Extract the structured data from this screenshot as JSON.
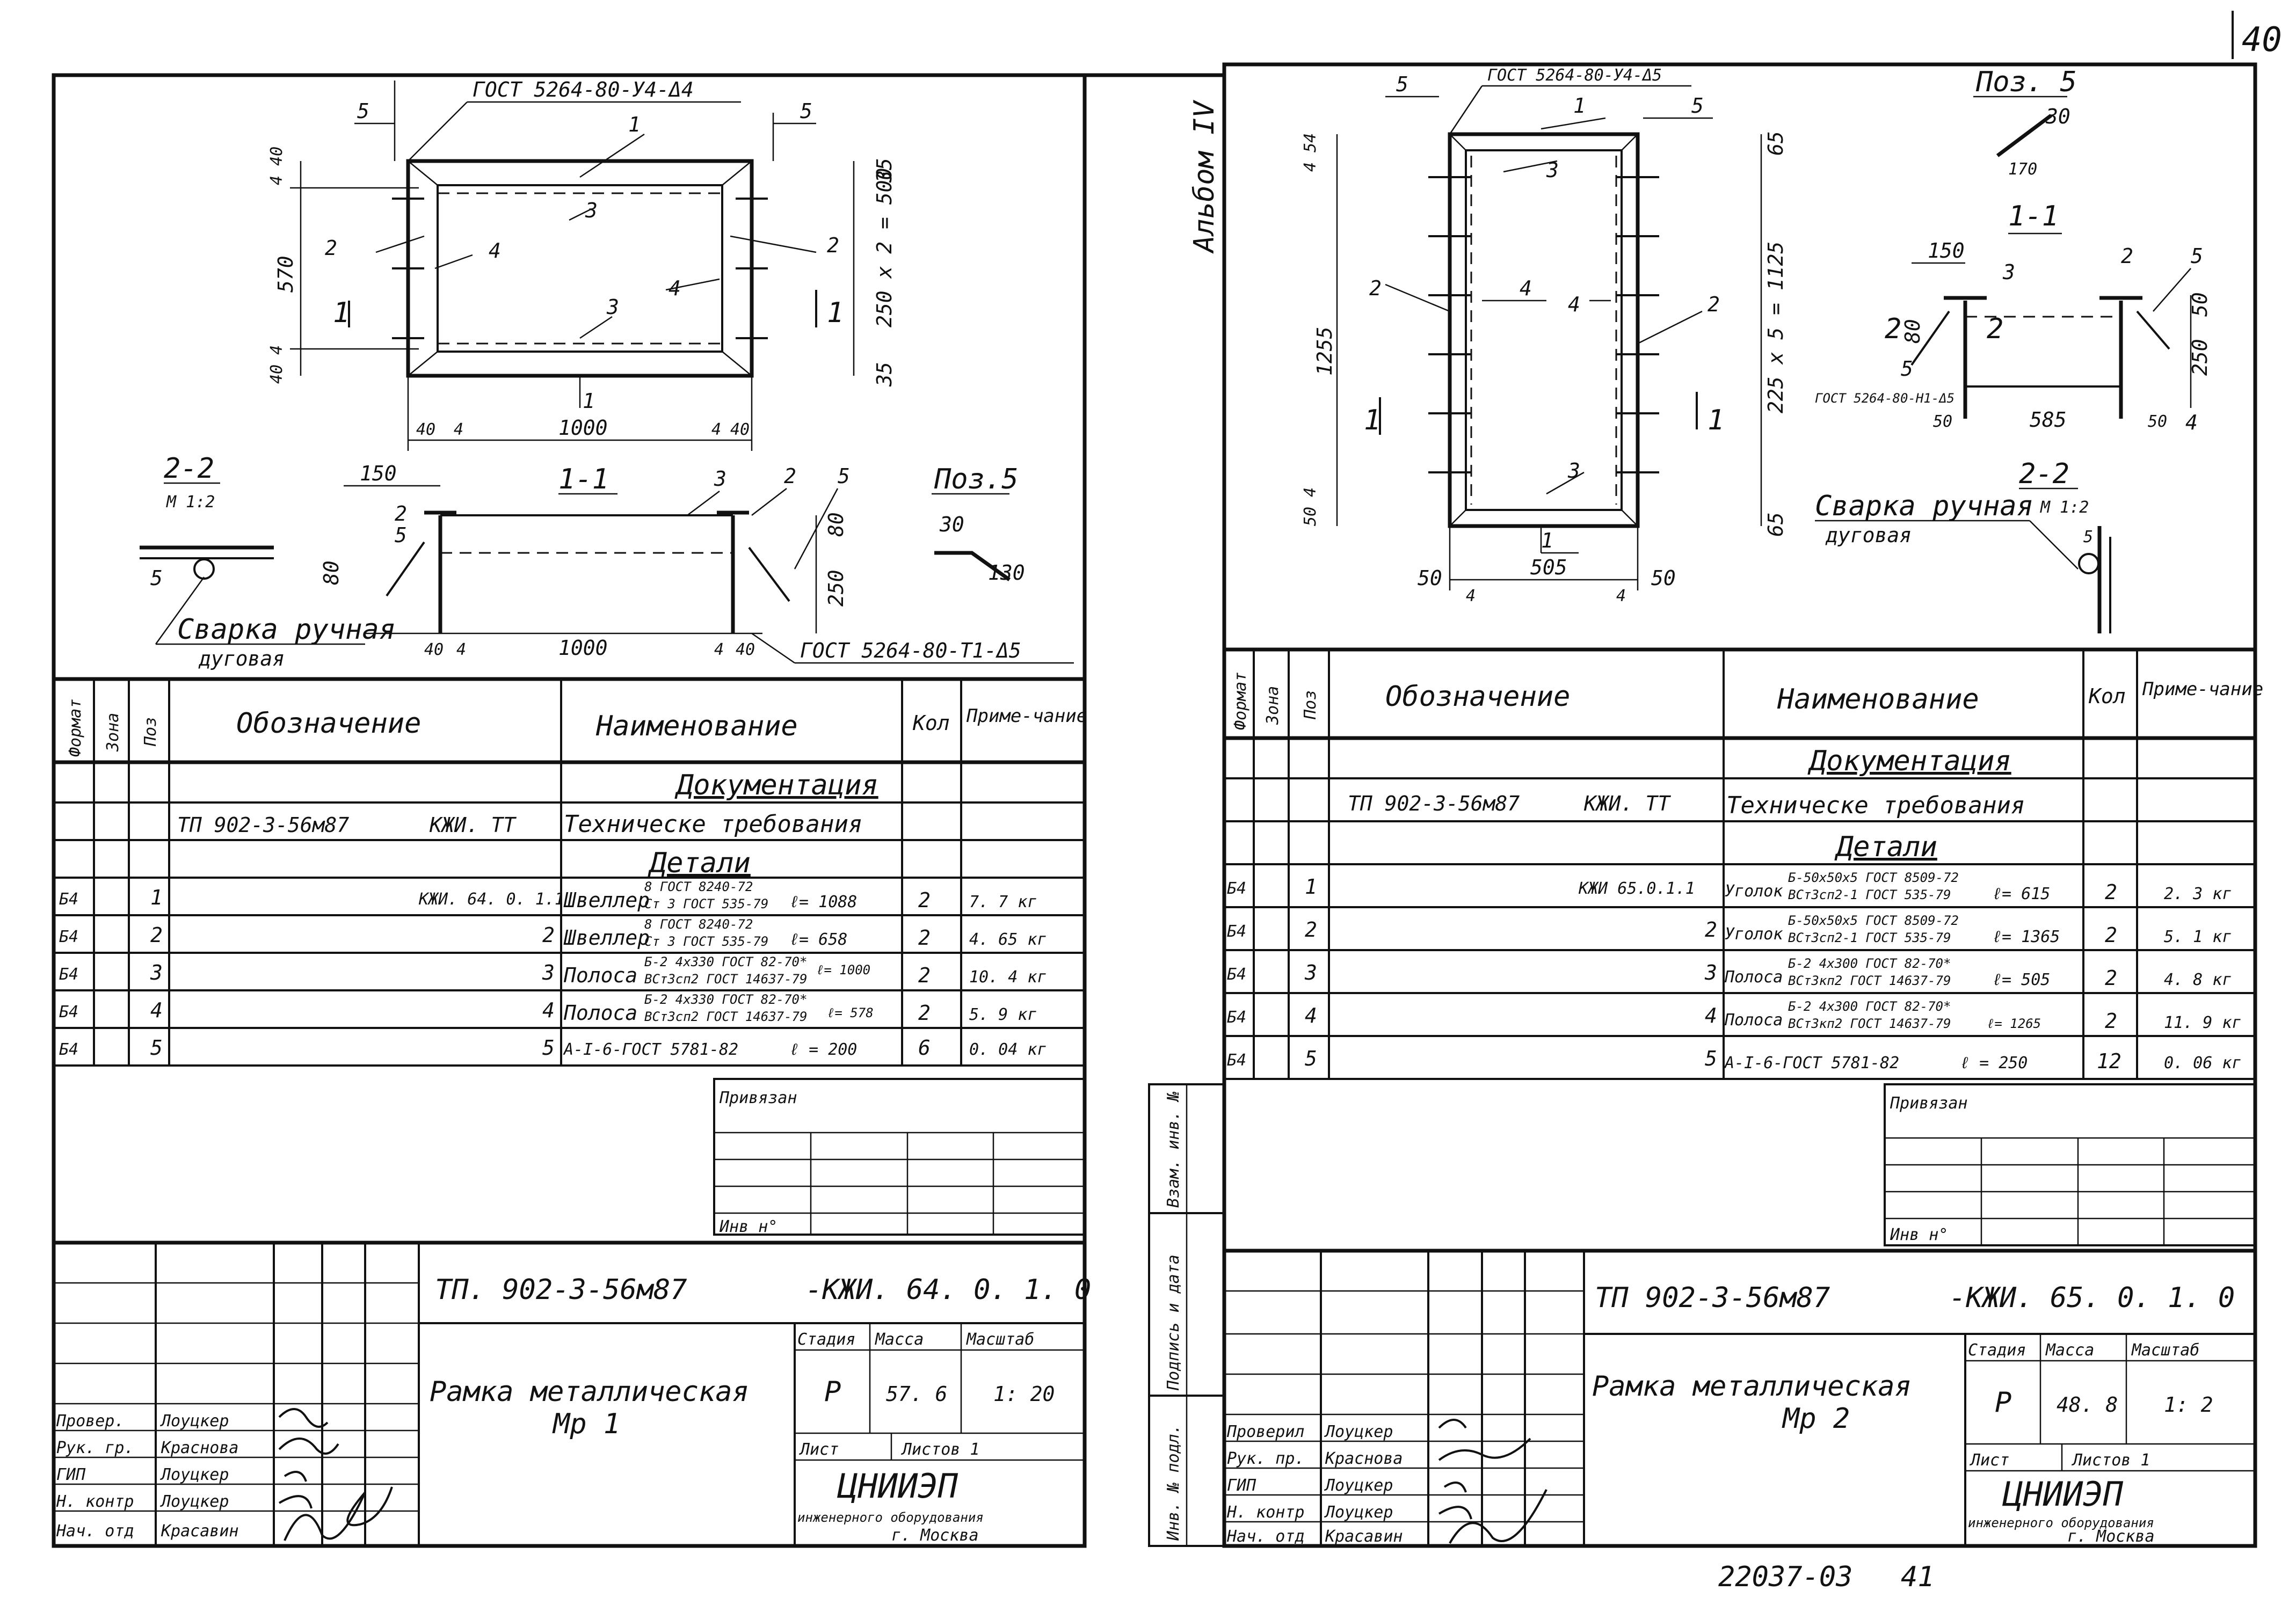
{
  "page_number": "40",
  "bottom_code": "22037-03",
  "bottom_page": "41",
  "album_label": "Альбом IV",
  "side_labels": {
    "vzam": "Взам. инв. №",
    "podpis": "Подпись и дата",
    "inv_podl": "Инв. № подл."
  },
  "col_headers": {
    "format": "Формат",
    "zona": "Зона",
    "poz": "Поз",
    "oboznach": "Обозначение",
    "naimen": "Наименование",
    "kol": "Кол",
    "prim": "Приме-чание"
  },
  "sig_roles": [
    "Провер.",
    "Рук. гр.",
    "ГИП",
    "Н. контр",
    "Нач. отд"
  ],
  "sig_roles2": [
    "Проверил",
    "Рук. пр.",
    "ГИП",
    "Н. контр",
    "Нач. отд"
  ],
  "sig_names": [
    "Лоуцкер",
    "Краснова",
    "Лоуцкер",
    "Лоуцкер",
    "Красавин"
  ],
  "block_labels": {
    "privyazan": "Привязан",
    "inv": "Инв н°",
    "stadiya": "Стадия",
    "massa": "Масса",
    "masshtab": "Масштаб",
    "list": "Лист",
    "listov": "Листов 1"
  },
  "org": {
    "name": "ЦНИИЭП",
    "sub": "инженерного оборудования",
    "city": "г. Москва"
  },
  "left": {
    "gost_top": "ГОСТ 5264-80-У4-Δ4",
    "gost_bottom": "ГОСТ 5264-80-Т1-Δ5",
    "section_11": "1-1",
    "section_22": "2-2",
    "scale_22": "М 1:2",
    "poz5": "Поз.5",
    "weld": "Сварка ручная",
    "weld2": "дуговая",
    "dims": {
      "w1000": "1000",
      "d40": "40",
      "d4": "4",
      "h570": "570",
      "d40b": "40",
      "d404": "40 4",
      "d35": "35",
      "d250x2": "250 x 2 = 500",
      "d150": "150",
      "d80": "80",
      "d250": "250",
      "p30": "30",
      "p130": "130"
    },
    "doc_section": "Документация",
    "doc_code": "ТП 902-3-56м87",
    "doc_kzh": "КЖИ. ТТ",
    "doc_name": "Техническе требования",
    "details": "Детали",
    "rows": [
      {
        "fmt": "Б4",
        "poz": "1",
        "ob": "КЖИ. 64. 0. 1.1",
        "name": "Швеллер",
        "top": "8 ГОСТ 8240-72",
        "bot": "Ст 3 ГОСТ 535-79",
        "len": "ℓ= 1088",
        "kol": "2",
        "prim": "7. 7 кг"
      },
      {
        "fmt": "Б4",
        "poz": "2",
        "ob": "2",
        "name": "Швеллер",
        "top": "8 ГОСТ 8240-72",
        "bot": "Ст 3 ГОСТ 535-79",
        "len": "ℓ= 658",
        "kol": "2",
        "prim": "4. 65 кг"
      },
      {
        "fmt": "Б4",
        "poz": "3",
        "ob": "3",
        "name": "Полоса",
        "top": "Б-2 4х330 ГОСТ 82-70*",
        "bot": "ВСт3сп2 ГОСТ 14637-79",
        "len": "ℓ= 1000",
        "kol": "2",
        "prim": "10. 4 кг"
      },
      {
        "fmt": "Б4",
        "poz": "4",
        "ob": "4",
        "name": "Полоса",
        "top": "Б-2 4х330 ГОСТ 82-70*",
        "bot": "ВСт3сп2 ГОСТ 14637-79",
        "len": "ℓ= 578",
        "kol": "2",
        "prim": "5. 9 кг"
      },
      {
        "fmt": "Б4",
        "poz": "5",
        "ob": "5",
        "name": "А-I-6-ГОСТ 5781-82",
        "top": "",
        "bot": "",
        "len": "ℓ = 200",
        "kol": "6",
        "prim": "0. 04 кг"
      }
    ],
    "code": "ТП. 902-3-56м87",
    "kzh": "-КЖИ. 64. 0. 1. 0",
    "title": "Рамка металлическая",
    "mark": "Мр 1",
    "stadiya": "Р",
    "massa": "57. 6",
    "masshtab": "1: 20"
  },
  "right": {
    "gost_top": "ГОСТ 5264-80-У4-Δ5",
    "gost_mid": "ГОСТ 5264-80-Н1-Δ5",
    "section_11": "1-1",
    "section_22": "2-2",
    "scale_22": "М 1:2",
    "poz5": "Поз. 5",
    "weld": "Сварка ручная",
    "weld2": "дуговая",
    "dims": {
      "w505": "505",
      "d50": "50",
      "d4": "4",
      "h1255": "1255",
      "d65": "65",
      "d225x5": "225 x 5 = 1125",
      "d150": "150",
      "d80": "80",
      "d250": "250",
      "d585": "585",
      "p30": "30",
      "p170": "170",
      "d454": "4 54",
      "d504": "50 4"
    },
    "doc_section": "Документация",
    "doc_code": "ТП 902-3-56м87",
    "doc_kzh": "КЖИ. ТТ",
    "doc_name": "Техническе требования",
    "details": "Детали",
    "rows": [
      {
        "fmt": "Б4",
        "poz": "1",
        "ob": "КЖИ 65.0.1.1",
        "name": "Уголок",
        "top": "Б-50х50х5 ГОСТ 8509-72",
        "bot": "ВСт3сп2-1 ГОСТ 535-79",
        "len": "ℓ= 615",
        "kol": "2",
        "prim": "2. 3 кг"
      },
      {
        "fmt": "Б4",
        "poz": "2",
        "ob": "2",
        "name": "Уголок",
        "top": "Б-50х50х5 ГОСТ 8509-72",
        "bot": "ВСт3сп2-1 ГОСТ 535-79",
        "len": "ℓ= 1365",
        "kol": "2",
        "prim": "5. 1 кг"
      },
      {
        "fmt": "Б4",
        "poz": "3",
        "ob": "3",
        "name": "Полоса",
        "top": "Б-2 4х300 ГОСТ 82-70*",
        "bot": "ВСт3кп2 ГОСТ 14637-79",
        "len": "ℓ= 505",
        "kol": "2",
        "prim": "4. 8 кг"
      },
      {
        "fmt": "Б4",
        "poz": "4",
        "ob": "4",
        "name": "Полоса",
        "top": "Б-2 4х300 ГОСТ 82-70*",
        "bot": "ВСт3кп2 ГОСТ 14637-79",
        "len": "ℓ= 1265",
        "kol": "2",
        "prim": "11. 9 кг"
      },
      {
        "fmt": "Б4",
        "poz": "5",
        "ob": "5",
        "name": "А-I-6-ГОСТ 5781-82",
        "top": "",
        "bot": "",
        "len": "ℓ = 250",
        "kol": "12",
        "prim": "0. 06 кг"
      }
    ],
    "code": "ТП 902-3-56м87",
    "kzh": "-КЖИ. 65. 0. 1. 0",
    "title": "Рамка металлическая",
    "mark": "Мр 2",
    "stadiya": "Р",
    "massa": "48. 8",
    "masshtab": "1: 2"
  }
}
